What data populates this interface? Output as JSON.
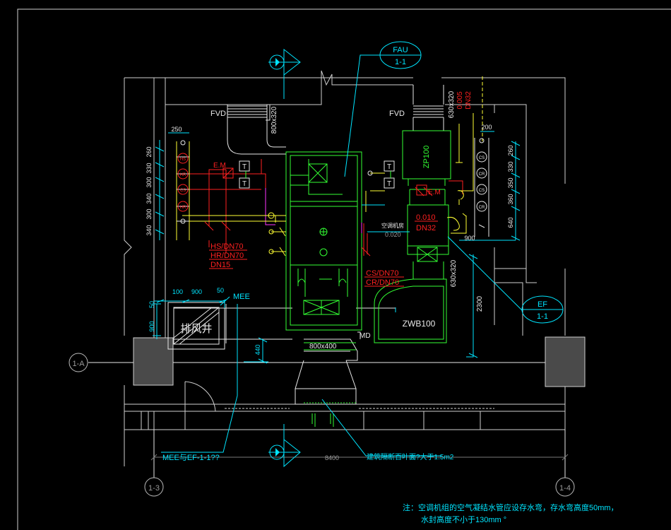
{
  "labels": {
    "fau_top": "FAU",
    "fau_bottom": "1-1",
    "ef_top": "EF",
    "ef_bottom": "1-1",
    "fvd_left": "FVD",
    "fvd_right": "FVD",
    "duct_800x320": "800x320",
    "duct_630x320_top": "630x320",
    "duct_630x320_side": "630x320",
    "duct_800x400": "800x400",
    "pipe_0005": "0.005",
    "pipe_dn32_top": "DN32",
    "zp100": "ZP100",
    "zwb100": "ZWB100",
    "em_left": "E.M",
    "em_right": "E.M",
    "t_box": "T",
    "hs": "HS/DN70",
    "hr": "HR/DN70",
    "dn15": "DN15",
    "cs": "CS/DN70",
    "cr": "CR/DN70",
    "slope_0010": "0.010",
    "dn32": "DN32",
    "room_note": "空调机房",
    "slope_0020": "0.020",
    "md": "MD",
    "mee": "MEE",
    "exhaust_shaft": "排风井",
    "mee_note": "MEE与EF-1-1??",
    "vent_note": "建筑隔断百叶面?大于1.5m2",
    "axis_1a": "1-A",
    "axis_13": "1-3",
    "axis_14": "1-4",
    "dim_8400": "8400",
    "dim_2300": "2300",
    "note_line1": "注：空调机组的空气凝结水管应设存水弯，存水弯高度50mm，",
    "note_line2": "水封高度不小于130mm °"
  },
  "pipe_left": {
    "tags": [
      "HS",
      "HR",
      "CS",
      "HR"
    ],
    "dims": [
      "250",
      "260",
      "330",
      "300",
      "340",
      "300",
      "340"
    ]
  },
  "pipe_right": {
    "tags": [
      "CS",
      "CR",
      "CS",
      "CR"
    ],
    "dims": [
      "200",
      "260",
      "330",
      "350",
      "360",
      "640",
      "900"
    ]
  },
  "dims_bottom": {
    "d100": "100",
    "d900": "900",
    "d50": "50",
    "d50v": "50",
    "d900v": "900",
    "d440": "440"
  },
  "colors": {
    "background": "#000000",
    "walls": "#cfcfcf",
    "annotation": "#00e5ff",
    "equipment": "#33ff33",
    "water_pipe": "#ff2020",
    "drain_pipe": "#ffff33",
    "condensate": "#ff33ff",
    "ducts": "#e8e8e8"
  }
}
